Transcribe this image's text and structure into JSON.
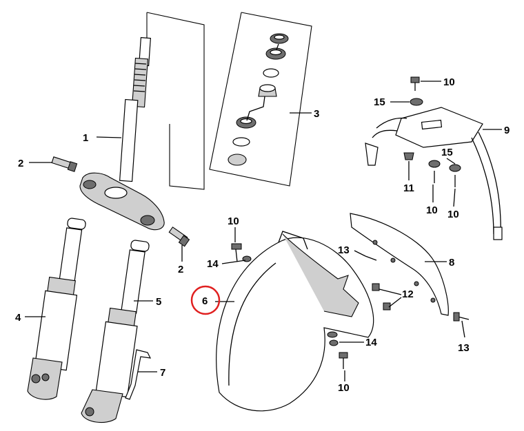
{
  "callouts": {
    "c1": "1",
    "c2a": "2",
    "c2b": "2",
    "c3": "3",
    "c4": "4",
    "c5": "5",
    "c6": "6",
    "c7": "7",
    "c8": "8",
    "c9": "9",
    "c10a": "10",
    "c10b": "10",
    "c10c": "10",
    "c10d": "10",
    "c10e": "10",
    "c11": "11",
    "c12": "12",
    "c13a": "13",
    "c13b": "13",
    "c14a": "14",
    "c14b": "14",
    "c15a": "15",
    "c15b": "15"
  },
  "highlight": {
    "part": "6",
    "color": "#e02020"
  }
}
